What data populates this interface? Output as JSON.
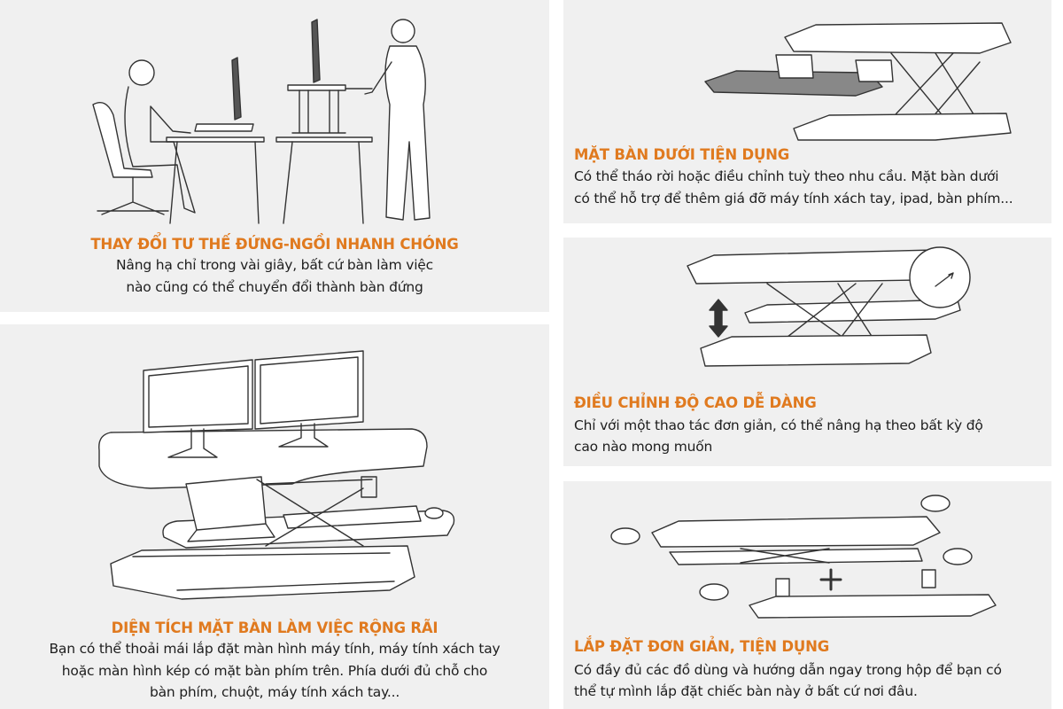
{
  "accent_color": "#e07a1f",
  "features": [
    {
      "title": "THAY ĐỔI TƯ THẾ ĐỨNG-NGỒI NHANH CHÓNG",
      "lines": [
        "Nâng hạ chỉ trong vài giây, bất cứ bàn làm việc",
        "nào cũng có thể chuyển đổi thành bàn đứng"
      ],
      "illustration": "sit-stand-person-illustration"
    },
    {
      "title": "DIỆN TÍCH MẶT BÀN LÀM VIỆC RỘNG RÃI",
      "lines": [
        "Bạn có thể thoải mái lắp đặt màn hình máy tính, máy tính xách tay",
        "hoặc màn hình kép có mặt bàn phím trên. Phía dưới đủ chỗ cho",
        "bàn phím, chuột, máy tính xách tay..."
      ],
      "illustration": "dual-monitor-desk-illustration"
    },
    {
      "title": "MẶT BÀN DƯỚI TIỆN DỤNG",
      "lines": [
        "Có thể tháo rời hoặc điều chỉnh tuỳ theo nhu cầu. Mặt bàn dưới",
        "có thể hỗ trợ để thêm giá đỡ máy tính xách tay, ipad, bàn phím..."
      ],
      "illustration": "lower-tray-illustration"
    },
    {
      "title": "ĐIỀU CHỈNH ĐỘ CAO DỄ DÀNG",
      "lines": [
        "Chỉ với một thao tác đơn giản, có thể nâng hạ theo bất kỳ độ",
        "cao nào mong muốn"
      ],
      "illustration": "height-adjust-illustration"
    },
    {
      "title": "LẮP ĐẶT ĐƠN GIẢN, TIỆN DỤNG",
      "lines": [
        "Có đầy đủ các đồ dùng và hướng dẫn ngay trong hộp để bạn có",
        "thể tự mình lắp đặt chiếc bàn này ở bất cứ nơi đâu."
      ],
      "illustration": "assembly-illustration"
    }
  ]
}
